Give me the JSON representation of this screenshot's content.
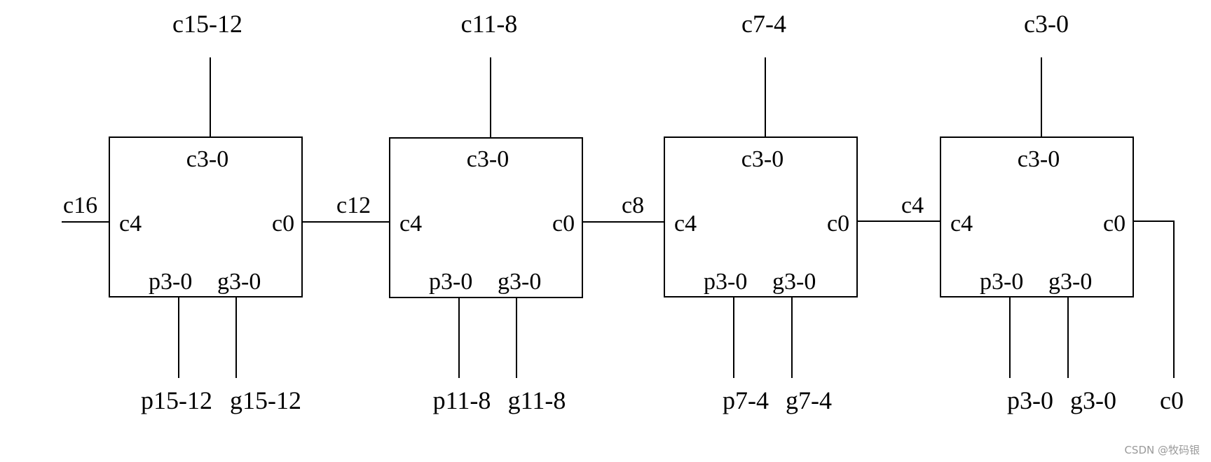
{
  "colors": {
    "background": "#ffffff",
    "stroke": "#000000",
    "text": "#000000",
    "watermark": "#9a9a9a"
  },
  "blocks": [
    {
      "top_output": "c15-12",
      "inner_top": "c3-0",
      "inner_left": "c4",
      "inner_right": "c0",
      "inner_p": "p3-0",
      "inner_g": "g3-0",
      "left_signal": "c16",
      "p_input": "p15-12",
      "g_input": "g15-12"
    },
    {
      "top_output": "c11-8",
      "inner_top": "c3-0",
      "inner_left": "c4",
      "inner_right": "c0",
      "inner_p": "p3-0",
      "inner_g": "g3-0",
      "left_signal": "c12",
      "p_input": "p11-8",
      "g_input": "g11-8"
    },
    {
      "top_output": "c7-4",
      "inner_top": "c3-0",
      "inner_left": "c4",
      "inner_right": "c0",
      "inner_p": "p3-0",
      "inner_g": "g3-0",
      "left_signal": "c8",
      "p_input": "p7-4",
      "g_input": "g7-4"
    },
    {
      "top_output": "c3-0",
      "inner_top": "c3-0",
      "inner_left": "c4",
      "inner_right": "c0",
      "inner_p": "p3-0",
      "inner_g": "g3-0",
      "left_signal": "c4",
      "p_input": "p3-0",
      "g_input": "g3-0"
    }
  ],
  "carry_in_label": "c0",
  "watermark": "CSDN @牧码银"
}
